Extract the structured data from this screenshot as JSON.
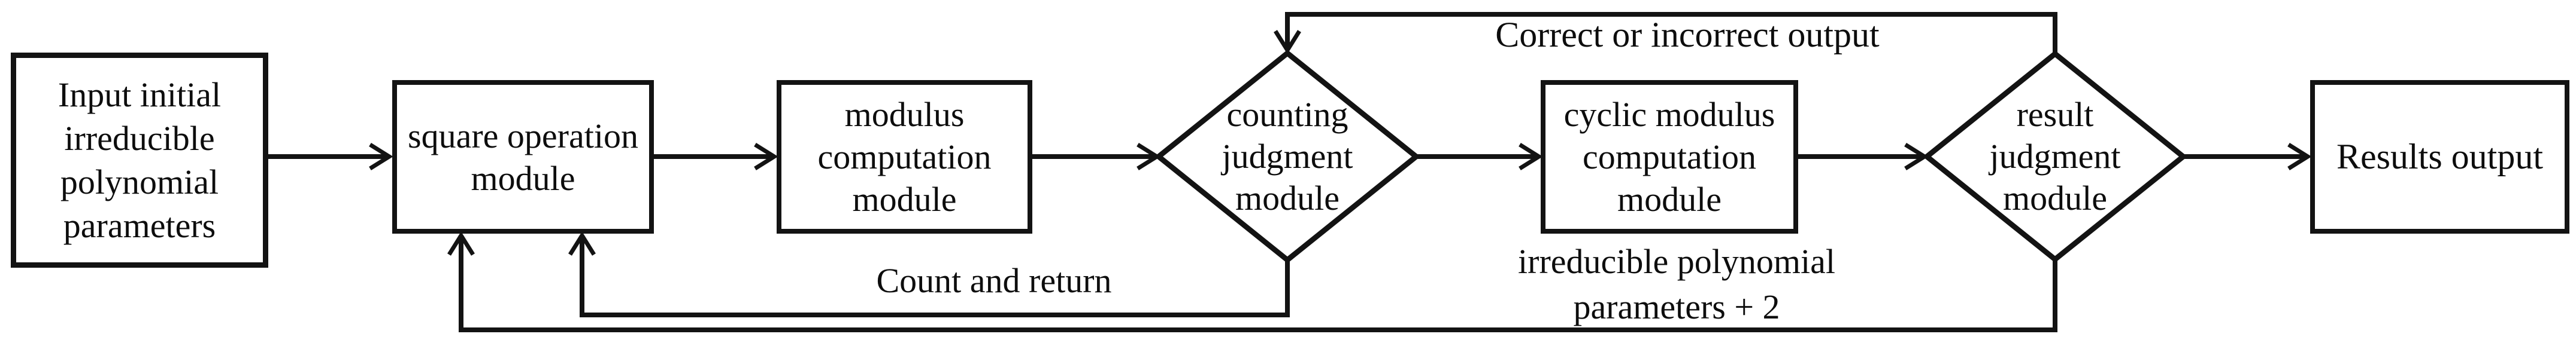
{
  "diagram": {
    "background_color": "#ffffff",
    "line_color": "#131313",
    "text_color": "#0d0d0d",
    "nodes": {
      "input": {
        "shape": "rect",
        "lines": [
          "Input initial",
          "irreducible",
          "polynomial",
          "parameters"
        ]
      },
      "square": {
        "shape": "rect",
        "lines": [
          "square operation",
          "module"
        ]
      },
      "modulus": {
        "shape": "rect",
        "lines": [
          "modulus",
          "computation",
          "module"
        ]
      },
      "counting": {
        "shape": "diamond",
        "lines": [
          "counting",
          "judgment",
          "module"
        ]
      },
      "cyclic": {
        "shape": "rect",
        "lines": [
          "cyclic modulus",
          "computation",
          "module"
        ]
      },
      "result": {
        "shape": "diamond",
        "lines": [
          "result",
          "judgment",
          "module"
        ]
      },
      "output": {
        "shape": "rect",
        "lines": [
          "Results output"
        ]
      }
    },
    "edge_labels": {
      "top_feedback": "Correct or incorrect output",
      "count_return": "Count and return",
      "bottom_feedback_line1": "irreducible polynomial",
      "bottom_feedback_line2": "parameters + 2"
    }
  }
}
